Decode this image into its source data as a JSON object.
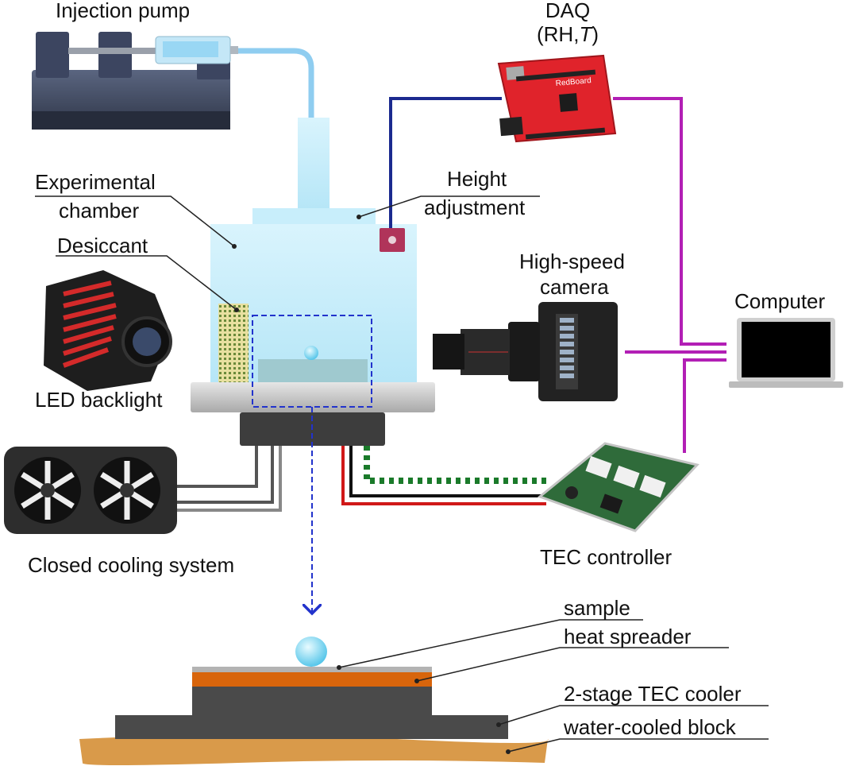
{
  "labels": {
    "injection_pump": "Injection pump",
    "daq_line1": "DAQ",
    "daq_line2_prefix": "(RH,",
    "daq_line2_var": "T",
    "daq_line2_suffix": ")",
    "experimental_line1": "Experimental",
    "experimental_line2": "chamber",
    "height_line1": "Height",
    "height_line2": "adjustment",
    "desiccant": "Desiccant",
    "camera_line1": "High-speed",
    "camera_line2": "camera",
    "computer": "Computer",
    "led_backlight": "LED backlight",
    "cooling": "Closed cooling system",
    "tec_controller": "TEC controller",
    "sample": "sample",
    "heat_spreader": "heat spreader",
    "tec_cooler": "2-stage TEC cooler",
    "water_block": "water-cooled block"
  },
  "board_text": "RedBoard",
  "colors": {
    "chamber": "#c9eefb",
    "usb_cable": "#1b2a8f",
    "computer_cable": "#b21fb5",
    "daq_board": "#e0232b",
    "tec_board": "#2f6b3a",
    "heat_spreader": "#d8650c",
    "water_block": "#d99a4a",
    "tec_cooler": "#4a4a4a",
    "sample": "#b3b3b3",
    "zoom_box": "#2233cc"
  },
  "icons": [
    "syringe-pump-icon",
    "daq-board-icon",
    "led-backlight-icon",
    "camera-icon",
    "laptop-icon",
    "fan-radiator-icon",
    "tec-controller-board-icon",
    "droplet-icon"
  ]
}
